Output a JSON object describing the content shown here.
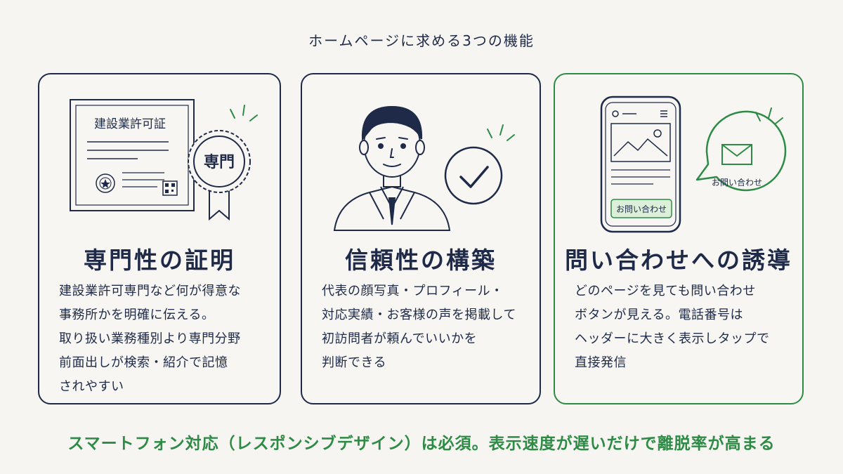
{
  "page": {
    "title": "ホームページに求める3つの機能",
    "footer_note": "スマートフォン対応（レスポンシブデザイン）は必須。表示速度が遅いだけで離脱率が高まる"
  },
  "cards": [
    {
      "heading": "専門性の証明",
      "certificate_title": "建設業許可証",
      "badge_text": "専門",
      "body_lines": [
        "建設業許可専門など何が得意な",
        "事務所かを明確に伝える。",
        "取り扱い業務種別より専門分野",
        "前面出しが検索・紹介で記憶",
        "されやすい"
      ]
    },
    {
      "heading": "信頼性の構築",
      "body_lines": [
        "代表の顔写真・プロフィール・",
        "対応実績・お客様の声を掲載して",
        "初訪問者が頼んでいいかを",
        "判断できる"
      ]
    },
    {
      "heading": "問い合わせへの誘導",
      "phone_button_label": "お問い合わせ",
      "bubble_label": "お問い合わせ",
      "body_lines": [
        "どのページを見ても問い合わせ",
        "ボタンが見える。電話番号は",
        "ヘッダーに大きく表示しタップで",
        "直接発信"
      ]
    }
  ],
  "colors": {
    "navy": "#1e2a48",
    "green": "#2e8b46",
    "background": "#f6f5f1"
  }
}
